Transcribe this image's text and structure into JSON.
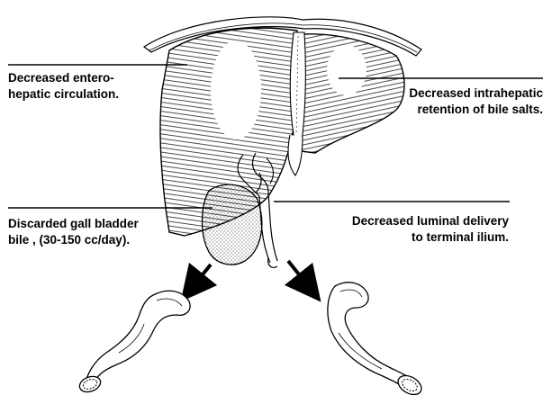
{
  "labels": {
    "enterohepatic": {
      "line1": "Decreased entero-",
      "line2": "hepatic circulation."
    },
    "intrahepatic": {
      "line1": "Decreased intrahepatic",
      "line2": "retention of bile salts."
    },
    "gallbladder": {
      "line1": "Discarded gall bladder",
      "line2": "bile , (30-150 cc/day)."
    },
    "luminal": {
      "line1": "Decreased luminal delivery",
      "line2": "to terminal ilium."
    }
  },
  "colors": {
    "ink": "#000000",
    "background": "#ffffff"
  },
  "icons": [
    "liver-illustration",
    "gallbladder-illustration",
    "bile-duct-illustration",
    "intestine-illustration",
    "arrow-icon"
  ]
}
